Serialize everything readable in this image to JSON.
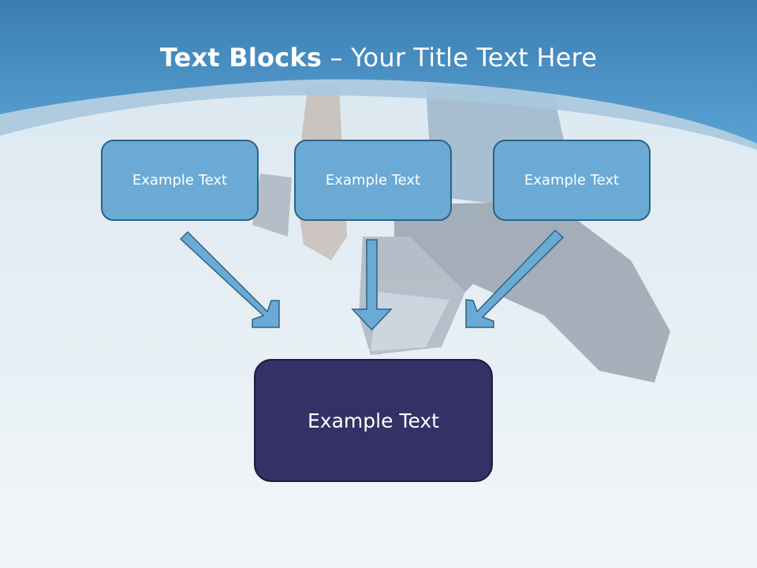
{
  "slide": {
    "title_bold": "Text Blocks",
    "title_dash": "–",
    "title_rest": "Your Title Text Here"
  },
  "boxes": {
    "top": [
      "Example Text",
      "Example Text",
      "Example Text"
    ],
    "main": "Example Text"
  },
  "colors": {
    "header_blue": "#4d93c7",
    "small_box_fill": "#6aaad5",
    "small_box_border": "#2f6284",
    "main_box_fill": "#343166",
    "arrow_fill": "#6aaad5"
  }
}
